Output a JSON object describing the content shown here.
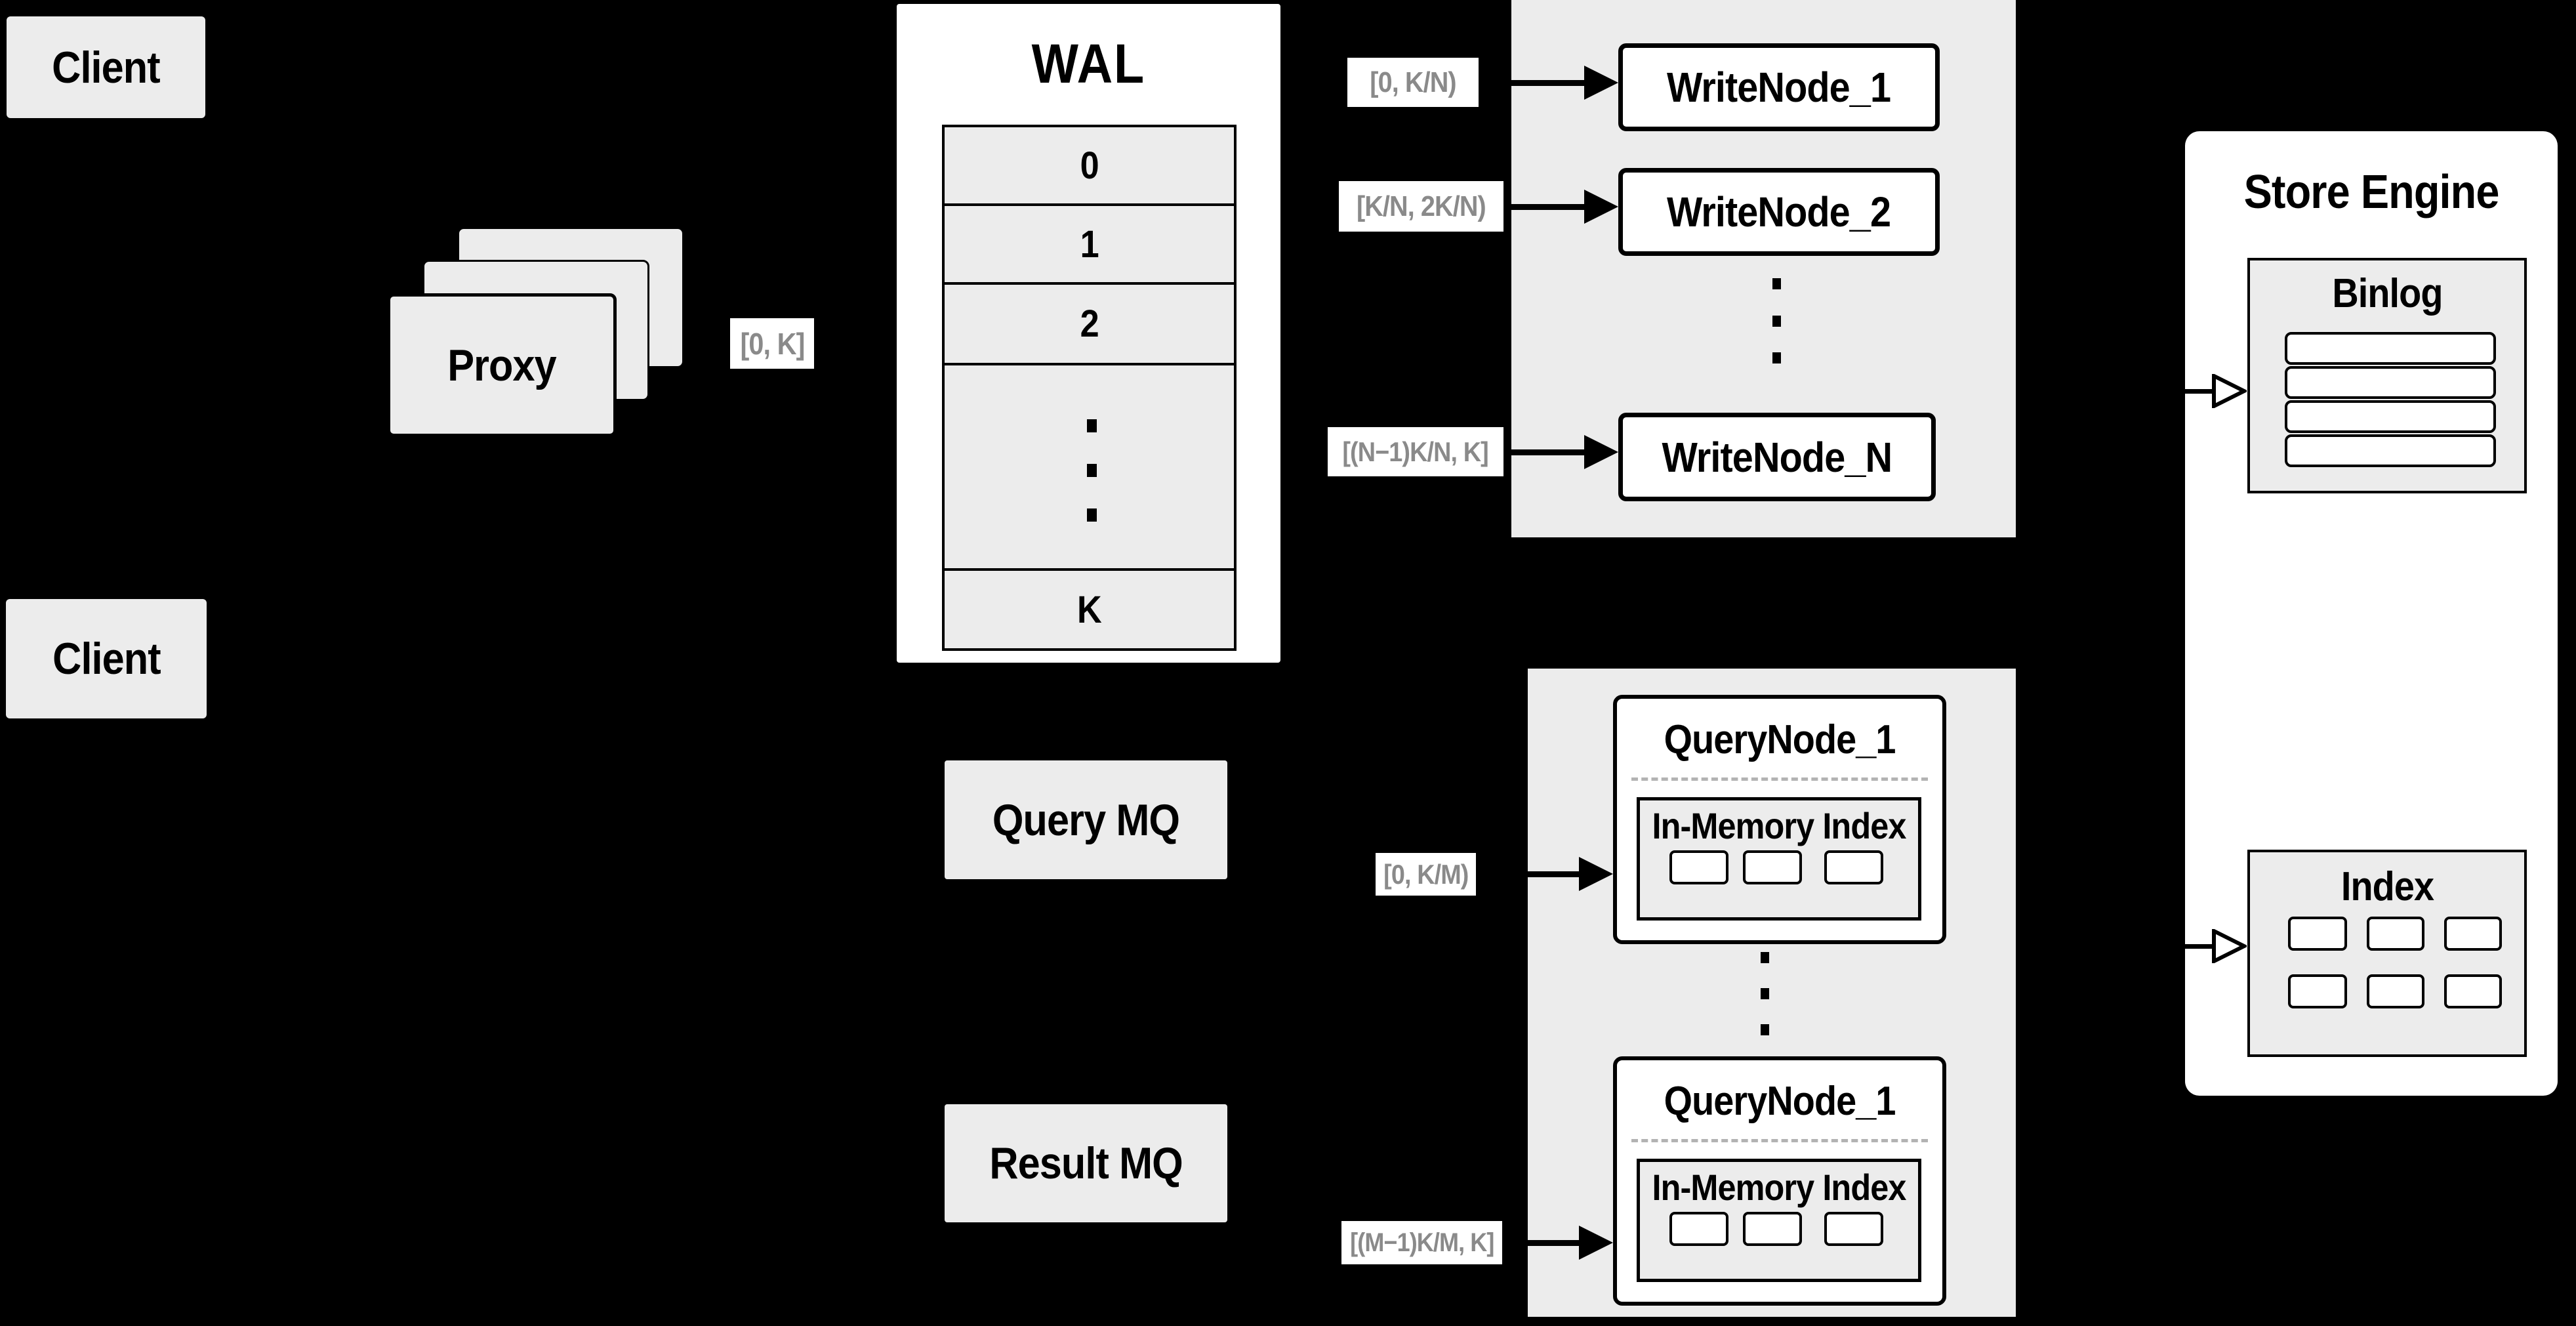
{
  "colors": {
    "background": "#000000",
    "surface_gray": "#ececec",
    "surface_white": "#ffffff",
    "line_black": "#000000",
    "interval_label_text": "#8a8a8a"
  },
  "client_top": {
    "label": "Client"
  },
  "client_bottom": {
    "label": "Client"
  },
  "proxy": {
    "label": "Proxy",
    "stack_count": 3
  },
  "wal": {
    "title": "WAL",
    "segments": [
      "0",
      "1",
      "2"
    ],
    "last_segment": "K",
    "ellipsis_dot_count": 3
  },
  "interval_labels": {
    "proxy_out": "[0, K]",
    "write_node_1": "[0, K/N)",
    "write_node_2": "[K/N, 2K/N)",
    "write_node_n": "[(N−1)K/N, K]",
    "query_node_1": "[0, K/M)",
    "query_node_m": "[(M−1)K/M, K]"
  },
  "write_nodes": {
    "node_1": {
      "label": "WriteNode_1"
    },
    "node_2": {
      "label": "WriteNode_2"
    },
    "node_n": {
      "label": "WriteNode_N"
    },
    "ellipsis_dot_count": 3
  },
  "message_queues": {
    "query": {
      "label": "Query MQ"
    },
    "result": {
      "label": "Result MQ"
    }
  },
  "query_nodes": {
    "top": {
      "title": "QueryNode_1",
      "memory_index_label": "In-Memory Index",
      "segment_chip_count": 3
    },
    "bottom": {
      "title": "QueryNode_1",
      "memory_index_label": "In-Memory Index",
      "segment_chip_count": 3
    },
    "ellipsis_dot_count": 3
  },
  "store_engine": {
    "title": "Store Engine",
    "binlog": {
      "title": "Binlog",
      "row_count": 4
    },
    "index": {
      "title": "Index",
      "cell_rows": 2,
      "cell_cols": 3
    }
  }
}
